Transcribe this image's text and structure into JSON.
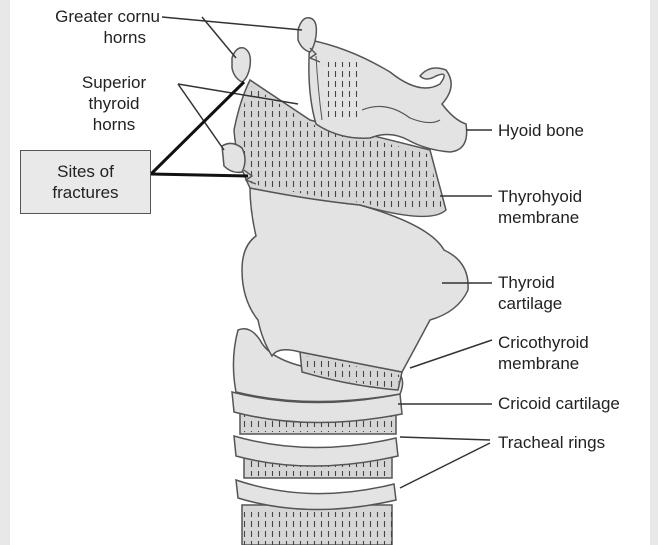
{
  "labels": {
    "greater_cornu_line1": "Greater cornu",
    "greater_cornu_line2": "horns",
    "superior_thyroid_line1": "Superior",
    "superior_thyroid_line2": "thyroid",
    "superior_thyroid_line3": "horns",
    "sites_of_fractures_line1": "Sites of",
    "sites_of_fractures_line2": "fractures",
    "hyoid_bone": "Hyoid bone",
    "thyrohyoid_line1": "Thyrohyoid",
    "thyrohyoid_line2": "membrane",
    "thyroid_cartilage_line1": "Thyroid",
    "thyroid_cartilage_line2": "cartilage",
    "cricothyroid_line1": "Cricothyroid",
    "cricothyroid_line2": "membrane",
    "cricoid_cartilage": "Cricoid cartilage",
    "tracheal_rings": "Tracheal rings"
  },
  "colors": {
    "cartilage_fill": "#e3e3e3",
    "membrane_fill": "#d6d6d6",
    "outline": "#555555",
    "leader": "#333333",
    "box_fill": "#e9e9e9"
  }
}
